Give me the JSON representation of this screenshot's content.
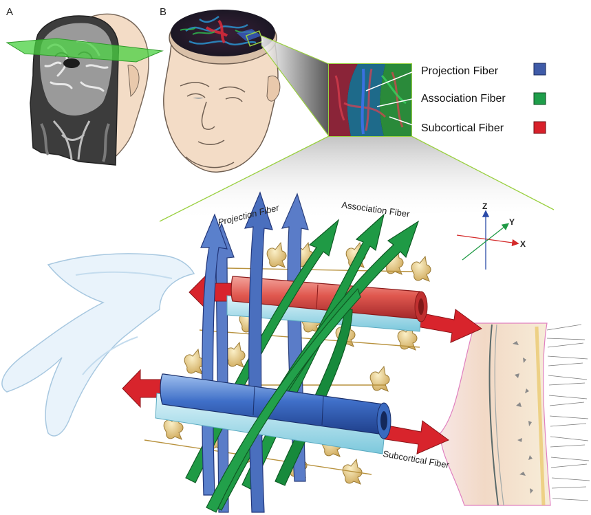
{
  "panels": {
    "a": "A",
    "b": "B"
  },
  "legend": [
    {
      "label": "Projection Fiber",
      "color": "#3f5ba8"
    },
    {
      "label": "Association Fiber",
      "color": "#1e9e4a"
    },
    {
      "label": "Subcortical Fiber",
      "color": "#d8202a"
    }
  ],
  "fiber_labels": {
    "projection": "Projection Fiber",
    "association": "Association Fiber",
    "subcortical": "Subcortical Fiber"
  },
  "axes": {
    "x": "X",
    "y": "Y",
    "z": "Z"
  },
  "colors": {
    "projection": "#4a6fbe",
    "association": "#1f9a45",
    "subcortical": "#d8242c",
    "tube_red": "#e0584f",
    "tube_blue": "#3f6fc8",
    "sheath": "#8fd6e6",
    "neuron": "#e8d090",
    "slice_plane": "#48d040",
    "skin": "#f3dcc6"
  }
}
